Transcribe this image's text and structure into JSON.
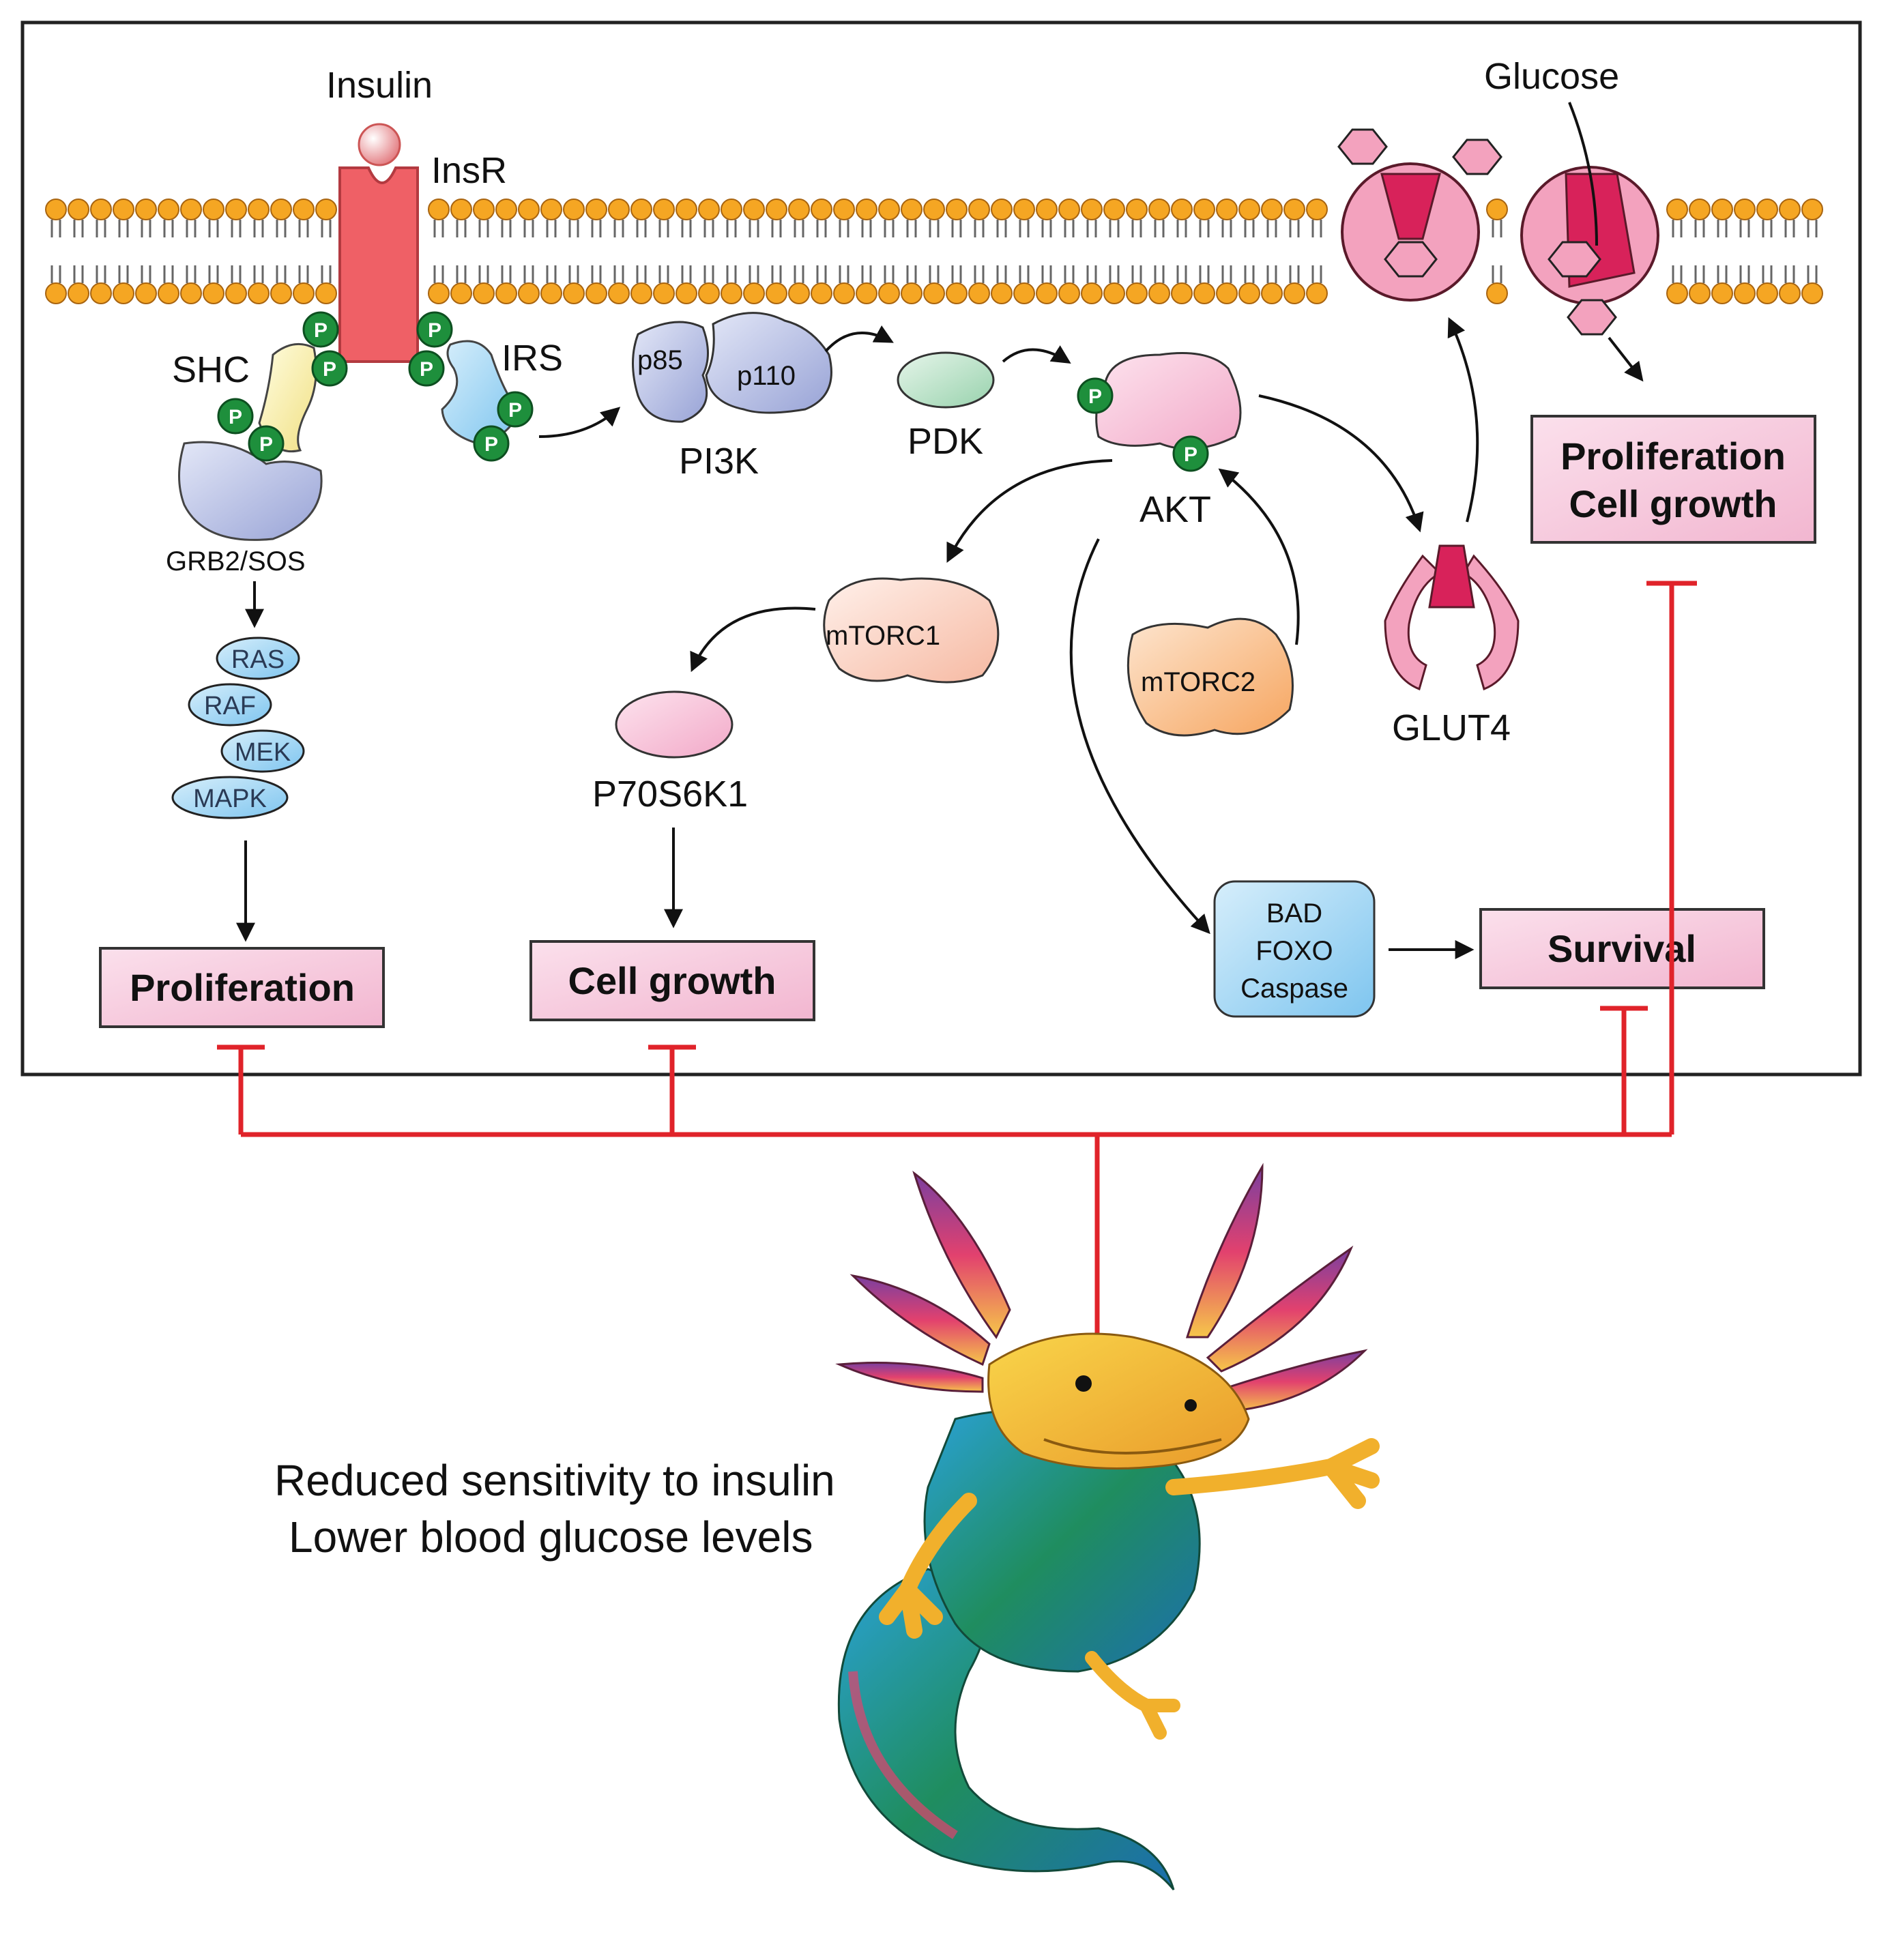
{
  "labels": {
    "insulin": "Insulin",
    "insr": "InsR",
    "glucose": "Glucose",
    "shc": "SHC",
    "irs": "IRS",
    "p85": "p85",
    "p110": "p110",
    "pi3k": "PI3K",
    "pdk": "PDK",
    "akt": "AKT",
    "grb2_sos": "GRB2/SOS",
    "ras": "RAS",
    "raf": "RAF",
    "mek": "MEK",
    "mapk": "MAPK",
    "mtorc1": "mTORC1",
    "mtorc2": "mTORC2",
    "p70s6k1": "P70S6K1",
    "glut4": "GLUT4",
    "bad": "BAD",
    "foxo": "FOXO",
    "caspase": "Caspase",
    "phospho": "P"
  },
  "outcomes": {
    "proliferation": "Proliferation",
    "cell_growth": "Cell growth",
    "survival": "Survival",
    "prolif_growth_line1": "Proliferation",
    "prolif_growth_line2": "Cell growth"
  },
  "caption": {
    "line1": "Reduced sensitivity to insulin",
    "line2": "Lower blood glucose levels"
  },
  "colors": {
    "inhibit_red": "#e0232a",
    "outcome_fill": "#f7cfe0",
    "membrane_head": "#f5a623",
    "phospho_green": "#1e8f3c",
    "receptor_red": "#ef6066"
  }
}
